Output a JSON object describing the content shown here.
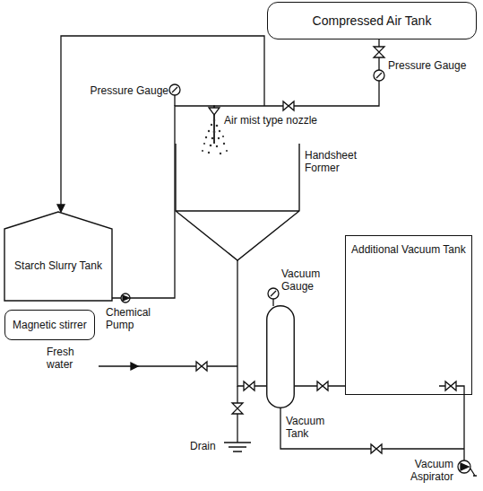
{
  "diagram": {
    "nodes": [
      {
        "text": [
          "Compressed Air Tank"
        ]
      },
      {
        "text": [
          "Starch Slurry Tank"
        ]
      },
      {
        "text": [
          "Magnetic stirrer"
        ]
      },
      {
        "text": [
          "Handsheet Former"
        ]
      },
      {
        "text": [
          "Vacuum Tank"
        ]
      },
      {
        "text": [
          "Additional Vacuum Tank"
        ]
      }
    ],
    "edges": [
      {
        "from": 1,
        "to": 3,
        "arrow": "none"
      },
      {
        "from": 0,
        "to": 3,
        "arrow": "none"
      },
      {
        "from": 3,
        "to": 4,
        "arrow": "none"
      },
      {
        "from": 4,
        "to": 5,
        "arrow": "none"
      }
    ],
    "labels": [
      "Pressure Gauge",
      "Pressure Gauge",
      "Air mist type nozzle",
      "Chemical Pump",
      "Fresh water",
      "Vacuum Gauge",
      "Drain",
      "Vacuum Aspirator"
    ]
  }
}
